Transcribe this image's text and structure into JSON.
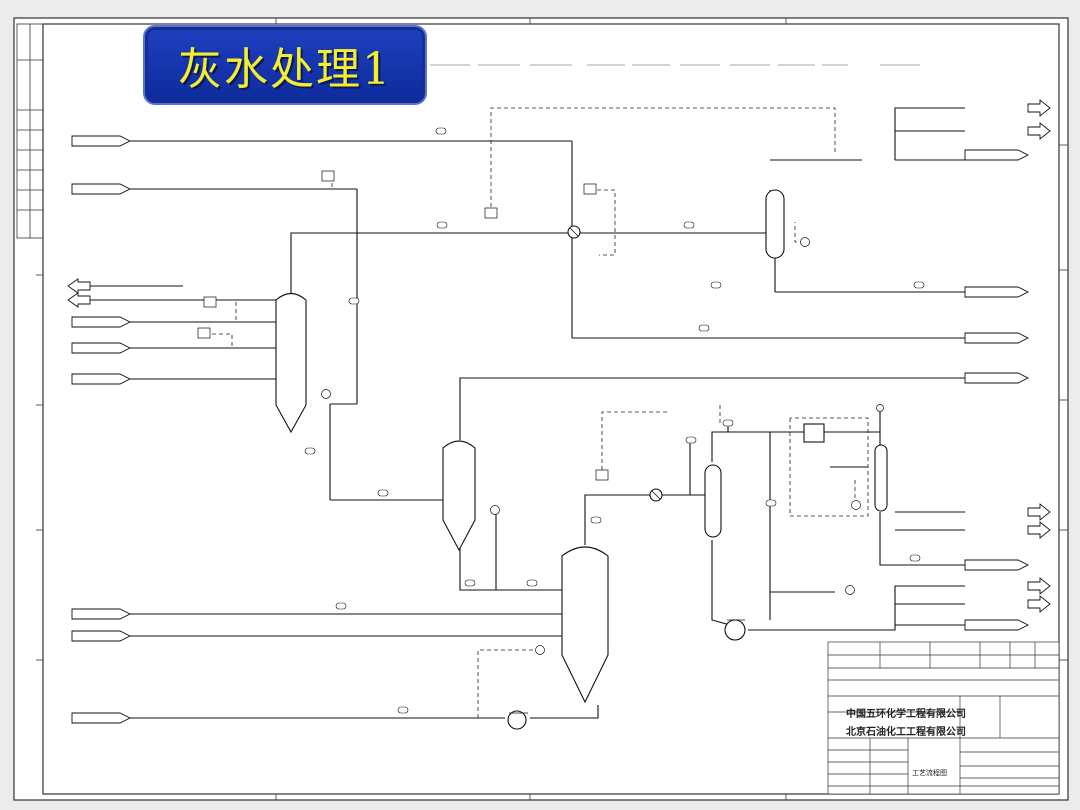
{
  "title": "灰水处理1",
  "title_block": {
    "company_1": "中国五环化学工程有限公司",
    "company_2": "北京石油化工工程有限公司",
    "drawing_name": "工艺流程图"
  }
}
